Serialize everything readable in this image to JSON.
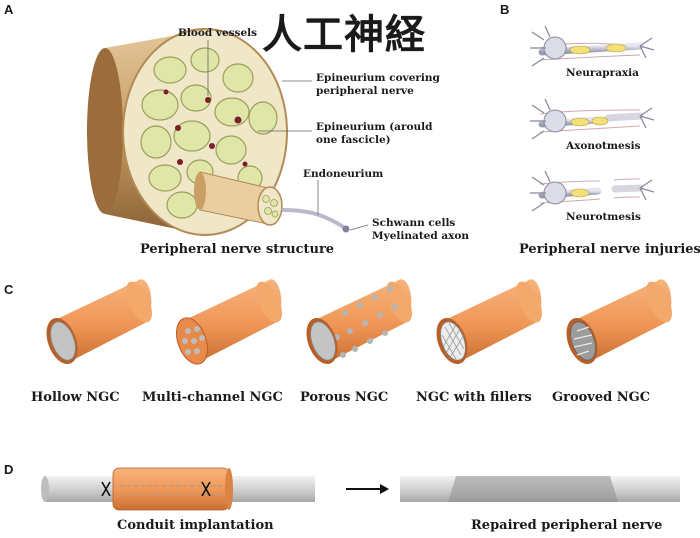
{
  "title": "人工神経",
  "panels": {
    "a": {
      "letter": "A",
      "caption": "Peripheral nerve structure",
      "labels": {
        "blood_vessels": "Blood vessels",
        "epineurium_covering_1": "Epineurium covering",
        "epineurium_covering_2": "peripheral nerve",
        "epineurium_fascicle_1": "Epineurium (arould",
        "epineurium_fascicle_2": "one fascicle)",
        "endoneurium": "Endoneurium",
        "schwann_cells": "Schwann cells",
        "myelinated_axon": "Myelinated axon"
      }
    },
    "b": {
      "letter": "B",
      "caption": "Peripheral nerve injuries",
      "injuries": [
        "Neurapraxia",
        "Axonotmesis",
        "Neurotmesis"
      ]
    },
    "c": {
      "letter": "C",
      "conduits": [
        "Hollow NGC",
        "Multi-channel NGC",
        "Porous NGC",
        "NGC with fillers",
        "Grooved NGC"
      ]
    },
    "d": {
      "letter": "D",
      "captions": [
        "Conduit implantation",
        "Repaired peripheral nerve"
      ]
    }
  },
  "colors": {
    "conduit_orange": "#f0965a",
    "conduit_dark": "#c9703a",
    "nerve_tan": "#c8a06a",
    "fascicle_green": "#dfe6a8",
    "blood_vessel": "#7a1f2b",
    "nerve_gray": "#cfcfcf"
  }
}
